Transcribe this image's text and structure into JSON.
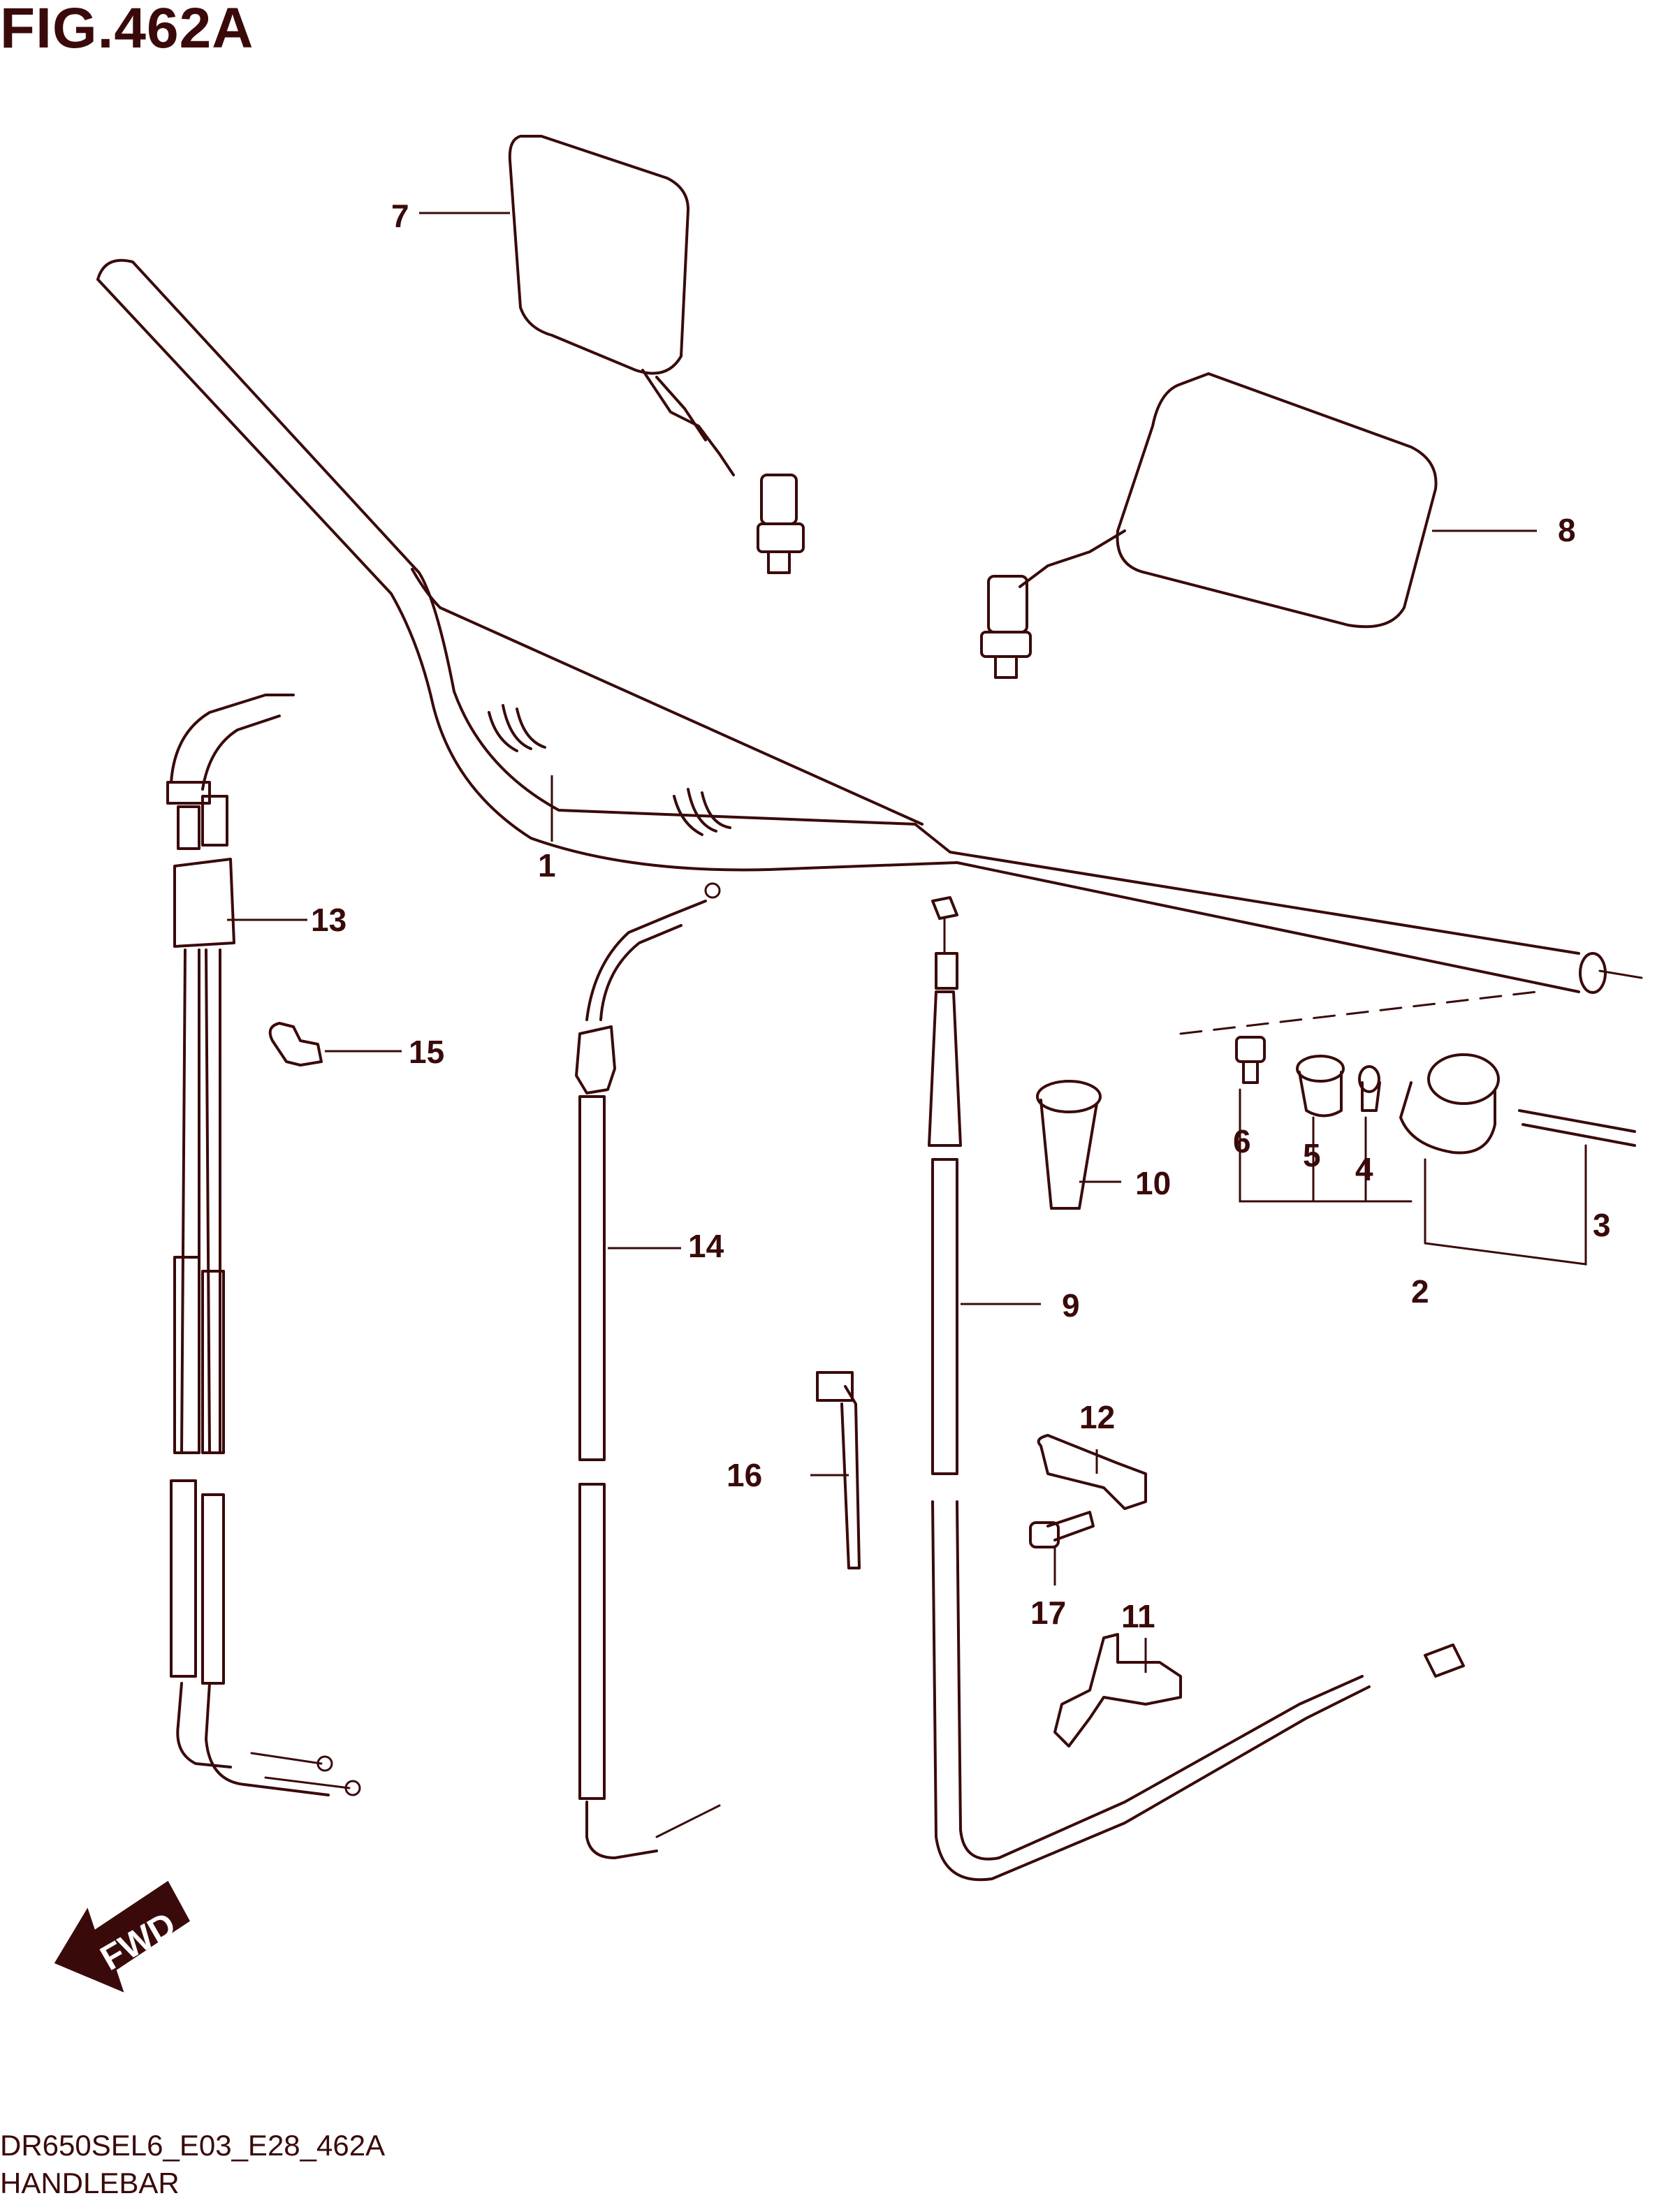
{
  "figure": {
    "title": "FIG.462A"
  },
  "footer": {
    "code": "DR650SEL6_E03_E28_462A",
    "name": "HANDLEBAR"
  },
  "fwd": {
    "label": "FWD"
  },
  "callouts": [
    "1",
    "2",
    "3",
    "4",
    "5",
    "6",
    "7",
    "8",
    "9",
    "10",
    "11",
    "12",
    "13",
    "14",
    "15",
    "16",
    "17"
  ],
  "colors": {
    "ink": "#3a0a0a",
    "background": "#ffffff"
  }
}
